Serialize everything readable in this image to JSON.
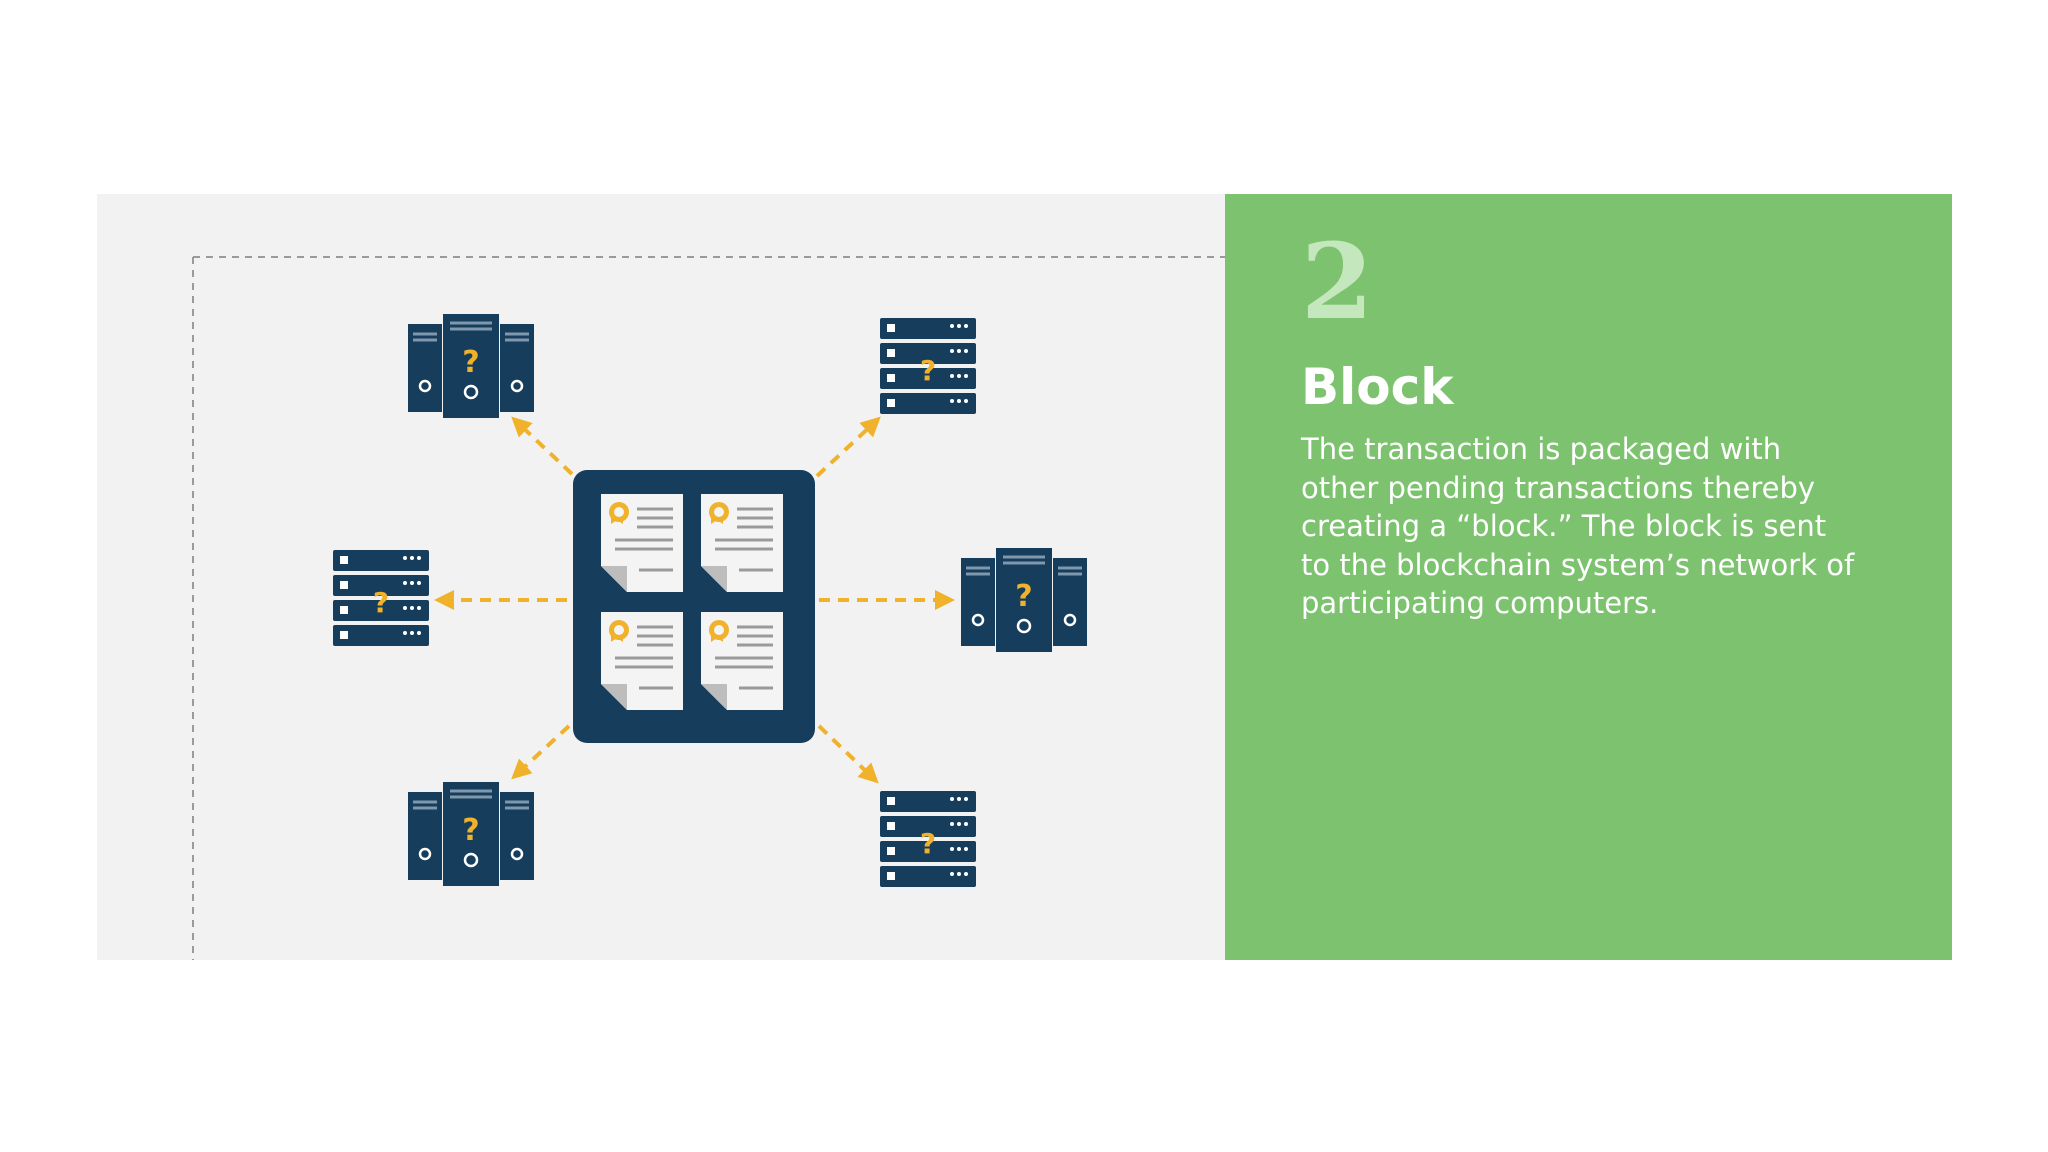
{
  "colors": {
    "diagram_background": "#f2f2f2",
    "info_panel": "#7dc36f",
    "server": "#163d5c",
    "server_lines": "#7f98ad",
    "accent": "#f0b12b",
    "document": "#f4f4f4",
    "document_fold": "#bdbdbd",
    "document_lines": "#9a9a9a",
    "number": "#c4e7bd",
    "text": "#ffffff",
    "dashed_border": "#9a9a9a"
  },
  "icons": {
    "block": "block-of-documents-icon",
    "tower_server": "tower-server-icon",
    "rack_server": "rack-server-icon",
    "question_mark": "?"
  },
  "info": {
    "step_number": "2",
    "title": "Block",
    "description": "The transaction is packaged with other pending transactions thereby creating a “block.” The block is sent to the blockchain system’s network of participating computers."
  }
}
